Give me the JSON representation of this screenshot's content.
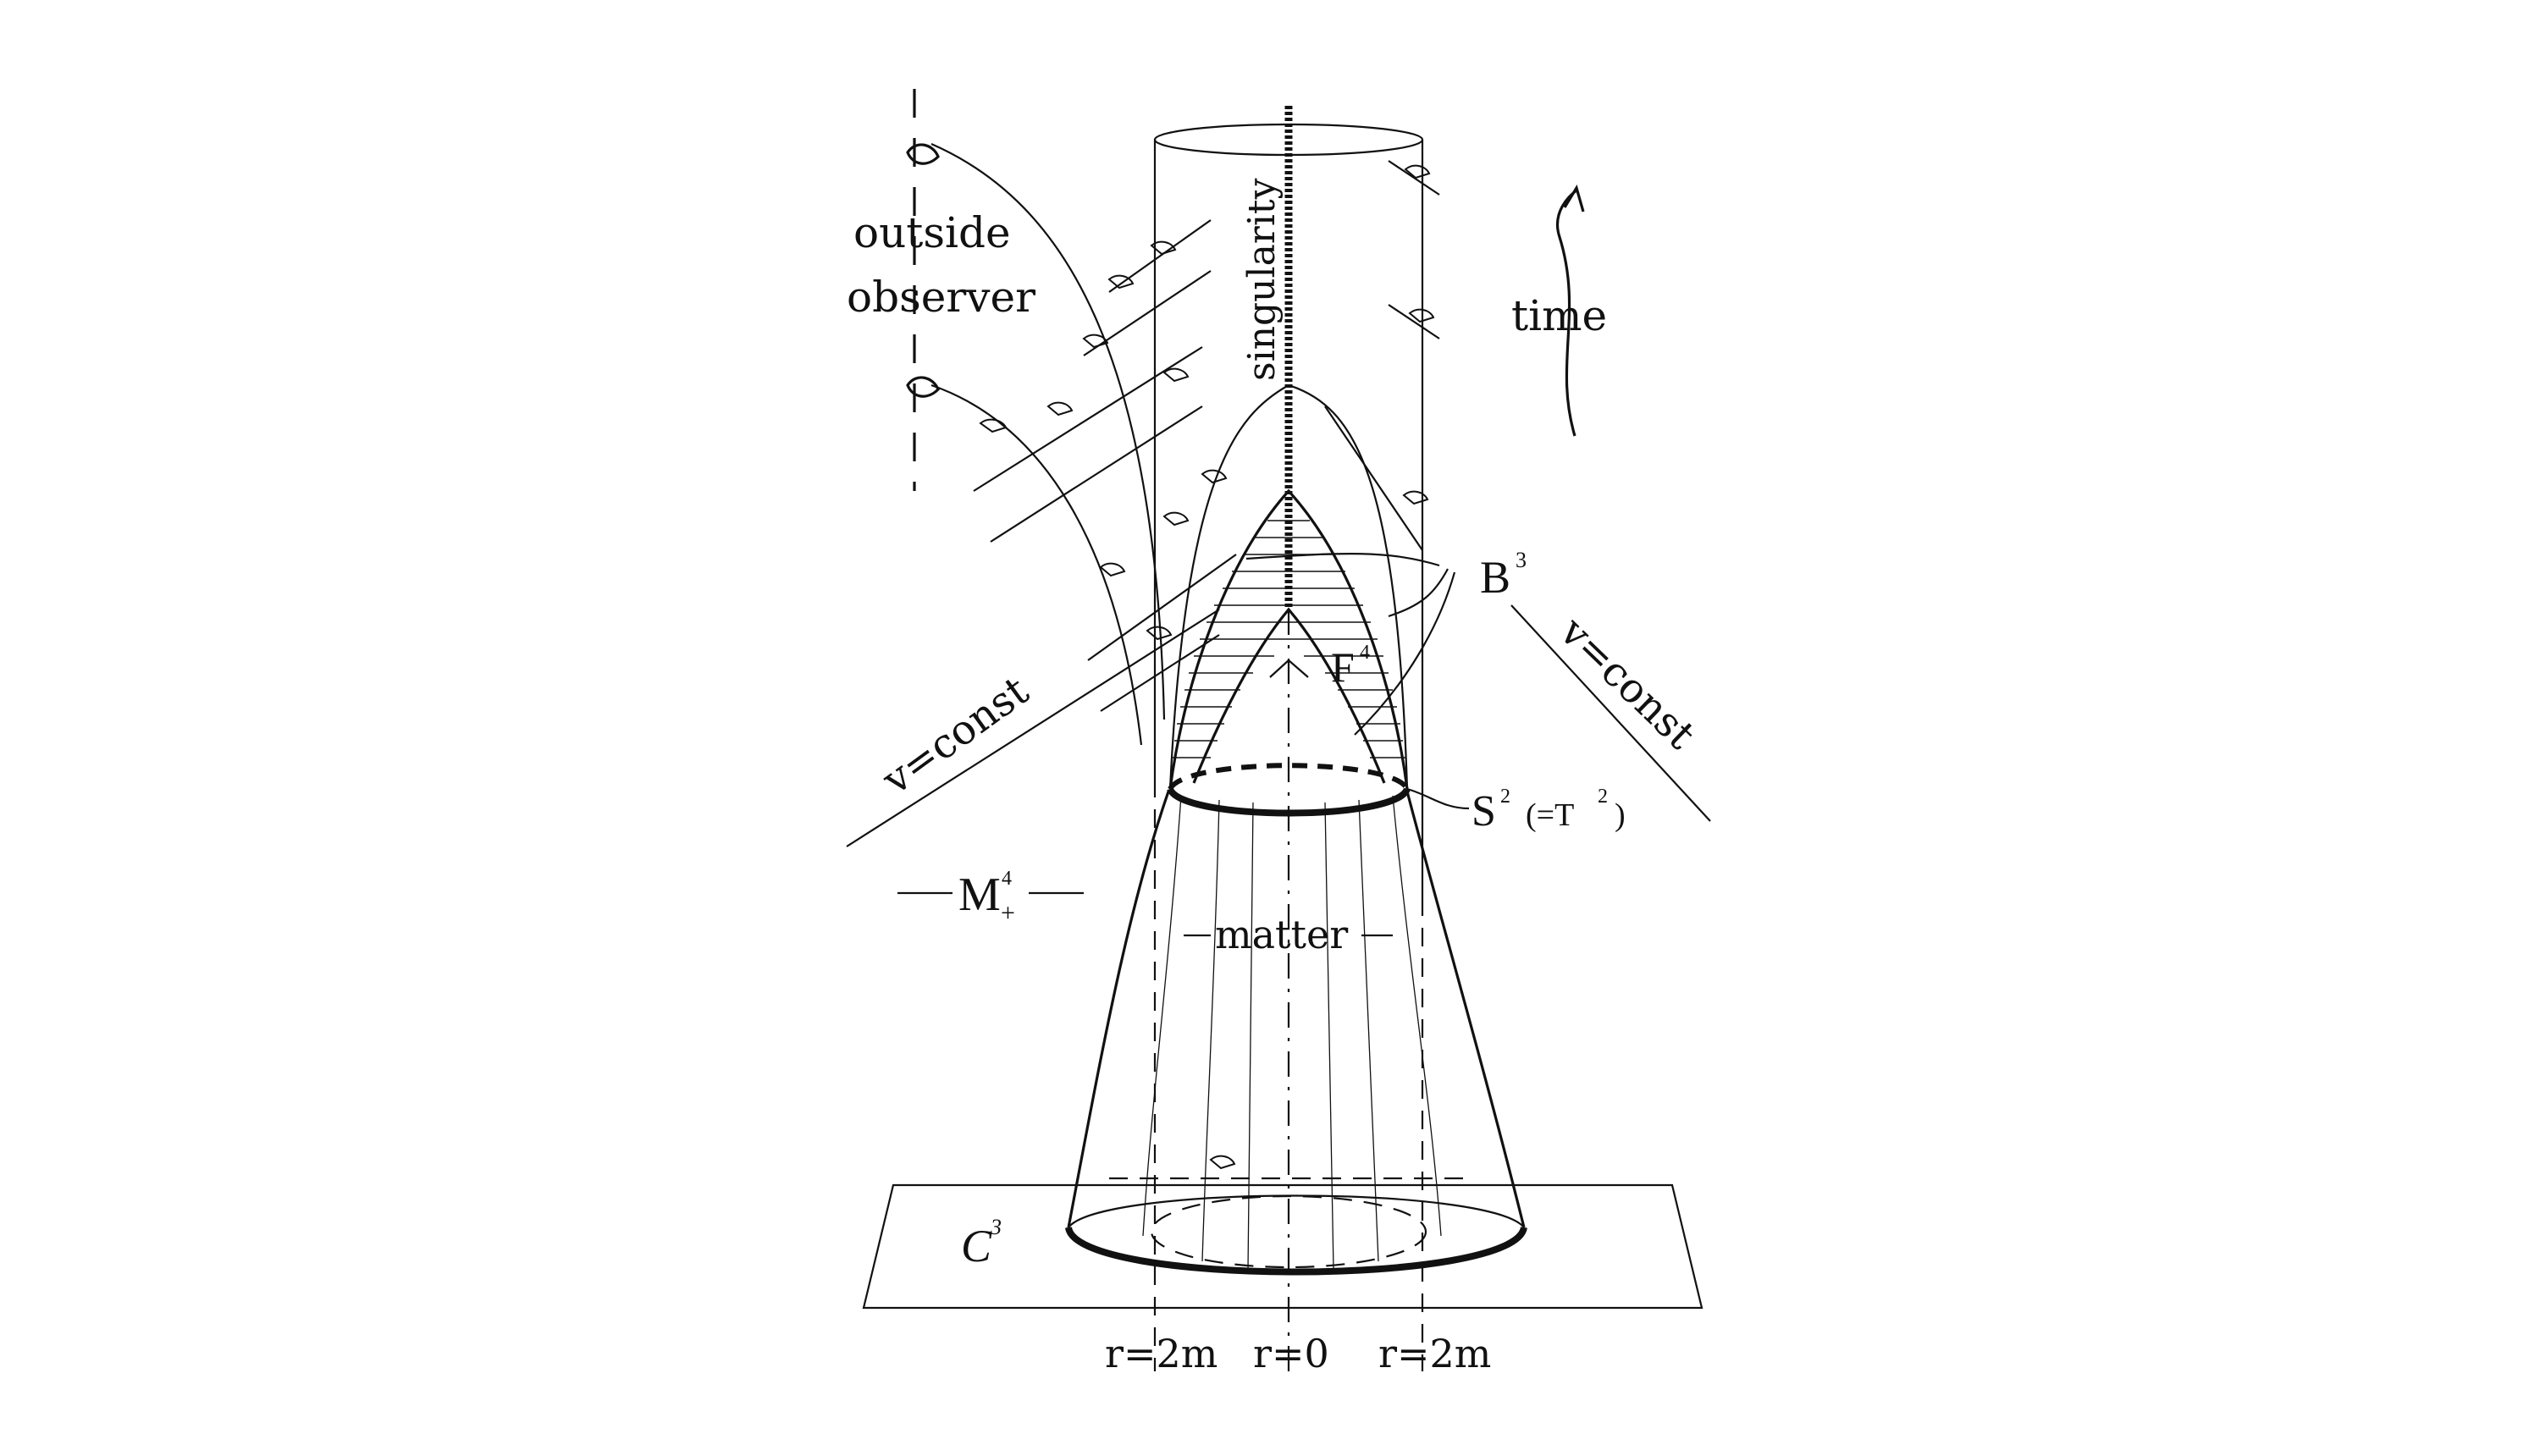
{
  "labels": {
    "outside": "outside",
    "observer": "observer",
    "singularity": "singularity",
    "time": "time",
    "b3_base": "B",
    "b3_sup": "3",
    "f4_base": "F",
    "f4_sup": "4",
    "v_const_left": "v=const",
    "v_const_right": "v=const",
    "s2_base": "S",
    "s2_sup": "2",
    "t2_open": "(=T",
    "t2_sup": "2",
    "t2_close": ")",
    "m4_base": "M",
    "m4_sup": "4",
    "m4_sub": "+",
    "matter": "matter",
    "c3_base": "C",
    "c3_sup": "3",
    "r_left": "r=2m",
    "r_center": "r=0",
    "r_right": "r=2m"
  },
  "colors": {
    "ink": "#111111",
    "background": "#ffffff"
  }
}
